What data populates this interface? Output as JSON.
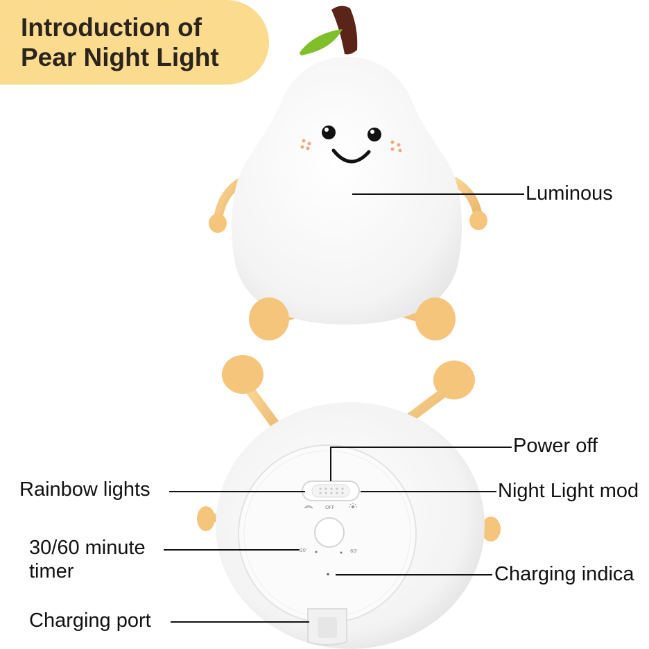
{
  "title": {
    "line1": "Introduction of",
    "line2": "Pear Night Light"
  },
  "callouts": {
    "luminous": "Luminous",
    "power_off": "Power off",
    "rainbow_lights": "Rainbow lights",
    "night_light_mode": "Night Light mod",
    "timer_line1": "30/60 minute",
    "timer_line2": "timer",
    "charging_indicator": "Charging indica",
    "charging_port": "Charging port"
  },
  "switch_labels": {
    "off": "OFF",
    "timer_30": "30'",
    "timer_60": "60'"
  },
  "colors": {
    "banner": "#fbdc8f",
    "limb": "#f6cb83",
    "leaf": "#7fbf2a",
    "stem": "#5a2418",
    "body": "#f7f7f7"
  }
}
